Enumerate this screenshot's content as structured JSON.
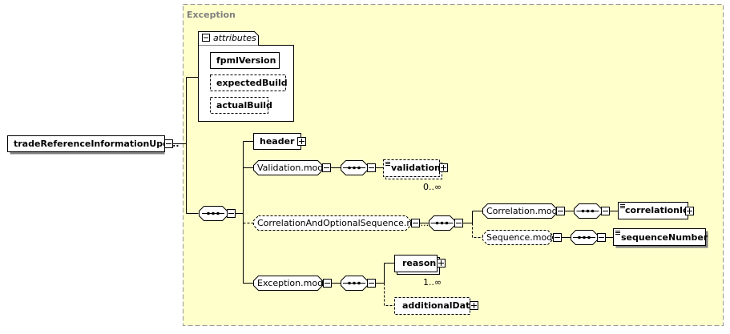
{
  "diagram": {
    "root": "tradeReferenceInformationUpd...",
    "type_label": "Exception",
    "attributes_label": "attributes",
    "attributes": [
      {
        "name": "fpmlVersion",
        "required": true
      },
      {
        "name": "expectedBuild",
        "required": false
      },
      {
        "name": "actualBuild",
        "required": false
      }
    ],
    "elements": {
      "header": "header",
      "validation_model": "Validation.model",
      "validation": "validation",
      "validation_card": "0..∞",
      "corr_opt_seq_model": "CorrelationAndOptionalSequence.mo...",
      "correlation_model": "Correlation.model",
      "correlation_id": "correlationId",
      "sequence_model": "Sequence.model",
      "sequence_number": "sequenceNumber",
      "exception_model": "Exception.model",
      "reason": "reason",
      "reason_card": "1..∞",
      "additional_data": "additionalData"
    },
    "colors": {
      "type_area_fill": "#ffffcc",
      "type_area_border": "#999999",
      "box_fill": "#ffffff",
      "border": "#000000",
      "type_label": "#808080"
    }
  }
}
